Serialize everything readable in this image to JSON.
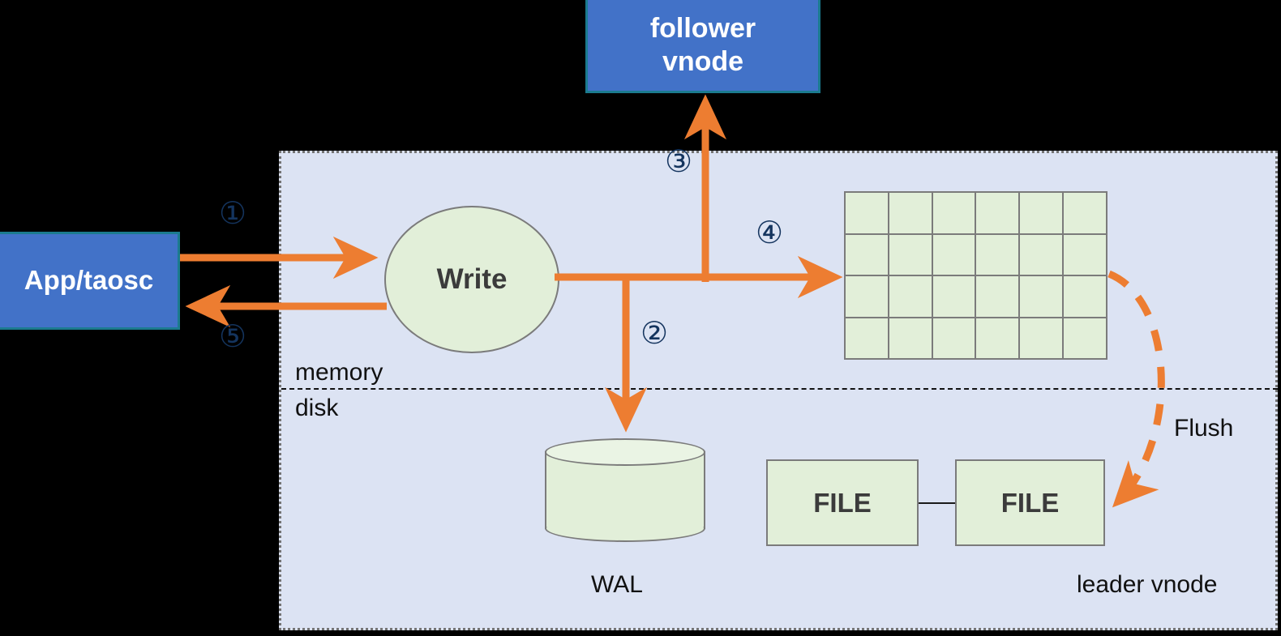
{
  "diagram": {
    "title": "TDengine leader vnode write path",
    "accent_orange": "#ed7d31",
    "accent_blue": "#4272c8",
    "accent_green": "#e2efd9",
    "panel_bg": "#dce3f3",
    "number_color": "#14345e"
  },
  "nodes": {
    "follower_vnode": "follower\nvnode",
    "follower_vnode_line1": "follower",
    "follower_vnode_line2": "vnode",
    "app_taosc": "App/taosc",
    "write": "Write",
    "file_1": "FILE",
    "file_2": "FILE"
  },
  "labels": {
    "memory": "memory",
    "disk": "disk",
    "wal": "WAL",
    "leader_vnode": "leader vnode",
    "flush": "Flush"
  },
  "steps": [
    {
      "id": "1",
      "glyph": "①",
      "meaning": "app sends write request to leader vnode"
    },
    {
      "id": "2",
      "glyph": "②",
      "meaning": "write to WAL on disk"
    },
    {
      "id": "3",
      "glyph": "③",
      "meaning": "replicate to follower vnode"
    },
    {
      "id": "4",
      "glyph": "④",
      "meaning": "write into memtable in memory"
    },
    {
      "id": "5",
      "glyph": "⑤",
      "meaning": "acknowledge back to app"
    }
  ],
  "memtable": {
    "columns": 6,
    "rows": 4,
    "cells": 24
  }
}
